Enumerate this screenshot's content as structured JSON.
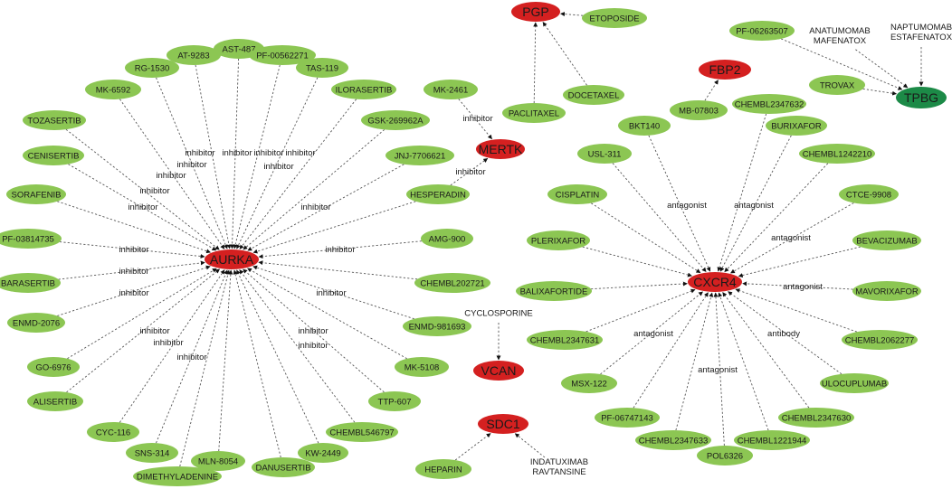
{
  "colors": {
    "drug_node": "#8cc653",
    "target_node": "#d42020",
    "target_node_alt": "#1c8a47",
    "edge": "#555555"
  },
  "nodes": [
    {
      "id": "AURKA",
      "label": "AURKA",
      "kind": "target"
    },
    {
      "id": "MERTK",
      "label": "MERTK",
      "kind": "target"
    },
    {
      "id": "PGP",
      "label": "PGP",
      "kind": "target"
    },
    {
      "id": "FBP2",
      "label": "FBP2",
      "kind": "target"
    },
    {
      "id": "TPBG",
      "label": "TPBG",
      "kind": "target-alt"
    },
    {
      "id": "CXCR4",
      "label": "CXCR4",
      "kind": "target"
    },
    {
      "id": "VCAN",
      "label": "VCAN",
      "kind": "target"
    },
    {
      "id": "SDC1",
      "label": "SDC1",
      "kind": "target"
    },
    {
      "id": "RG1530",
      "label": "RG-1530",
      "kind": "drug"
    },
    {
      "id": "AT9283",
      "label": "AT-9283",
      "kind": "drug"
    },
    {
      "id": "AST487",
      "label": "AST-487",
      "kind": "drug"
    },
    {
      "id": "PF00562271",
      "label": "PF-00562271",
      "kind": "drug"
    },
    {
      "id": "TAS119",
      "label": "TAS-119",
      "kind": "drug"
    },
    {
      "id": "MK6592",
      "label": "MK-6592",
      "kind": "drug"
    },
    {
      "id": "ILORASERTIB",
      "label": "ILORASERTIB",
      "kind": "drug"
    },
    {
      "id": "TOZASERTIB",
      "label": "TOZASERTIB",
      "kind": "drug"
    },
    {
      "id": "GSK269962A",
      "label": "GSK-269962A",
      "kind": "drug"
    },
    {
      "id": "CENISERTIB",
      "label": "CENISERTIB",
      "kind": "drug"
    },
    {
      "id": "JNJ7706621",
      "label": "JNJ-7706621",
      "kind": "drug"
    },
    {
      "id": "SORAFENIB",
      "label": "SORAFENIB",
      "kind": "drug"
    },
    {
      "id": "HESPERADIN",
      "label": "HESPERADIN",
      "kind": "drug"
    },
    {
      "id": "PF03814735",
      "label": "PF-03814735",
      "kind": "drug"
    },
    {
      "id": "AMG900",
      "label": "AMG-900",
      "kind": "drug"
    },
    {
      "id": "BARASERTIB",
      "label": "BARASERTIB",
      "kind": "drug"
    },
    {
      "id": "CHEMBL202721",
      "label": "CHEMBL202721",
      "kind": "drug"
    },
    {
      "id": "ENMD2076",
      "label": "ENMD-2076",
      "kind": "drug"
    },
    {
      "id": "ENMD981693",
      "label": "ENMD-981693",
      "kind": "drug"
    },
    {
      "id": "GO6976",
      "label": "GO-6976",
      "kind": "drug"
    },
    {
      "id": "MK5108",
      "label": "MK-5108",
      "kind": "drug"
    },
    {
      "id": "ALISERTIB",
      "label": "ALISERTIB",
      "kind": "drug"
    },
    {
      "id": "TTP607",
      "label": "TTP-607",
      "kind": "drug"
    },
    {
      "id": "CYC116",
      "label": "CYC-116",
      "kind": "drug"
    },
    {
      "id": "CHEMBL546797",
      "label": "CHEMBL546797",
      "kind": "drug"
    },
    {
      "id": "SNS314",
      "label": "SNS-314",
      "kind": "drug"
    },
    {
      "id": "KW2449",
      "label": "KW-2449",
      "kind": "drug"
    },
    {
      "id": "MLN8054",
      "label": "MLN-8054",
      "kind": "drug"
    },
    {
      "id": "DANUSERTIB",
      "label": "DANUSERTIB",
      "kind": "drug"
    },
    {
      "id": "DIMETHYLADENINE",
      "label": "DIMETHYLADENINE",
      "kind": "drug"
    },
    {
      "id": "MK2461",
      "label": "MK-2461",
      "kind": "drug"
    },
    {
      "id": "ETOPOSIDE",
      "label": "ETOPOSIDE",
      "kind": "drug"
    },
    {
      "id": "PACLITAXEL",
      "label": "PACLITAXEL",
      "kind": "drug"
    },
    {
      "id": "DOCETAXEL",
      "label": "DOCETAXEL",
      "kind": "drug"
    },
    {
      "id": "PF06263507",
      "label": "PF-06263507",
      "kind": "drug"
    },
    {
      "id": "ANATUMOMAB",
      "label": [
        "ANATUMOMAB",
        "MAFENATOX"
      ],
      "kind": "text"
    },
    {
      "id": "NAPTUMOMAB",
      "label": [
        "NAPTUMOMAB",
        "ESTAFENATOX"
      ],
      "kind": "text"
    },
    {
      "id": "TROVAX",
      "label": "TROVAX",
      "kind": "drug"
    },
    {
      "id": "MB07803",
      "label": "MB-07803",
      "kind": "drug"
    },
    {
      "id": "CHEMBL2347632",
      "label": "CHEMBL2347632",
      "kind": "drug"
    },
    {
      "id": "BKT140",
      "label": "BKT140",
      "kind": "drug"
    },
    {
      "id": "BURIXAFOR",
      "label": "BURIXAFOR",
      "kind": "drug"
    },
    {
      "id": "USL311",
      "label": "USL-311",
      "kind": "drug"
    },
    {
      "id": "CHEMBL1242210",
      "label": "CHEMBL1242210",
      "kind": "drug"
    },
    {
      "id": "CISPLATIN",
      "label": "CISPLATIN",
      "kind": "drug"
    },
    {
      "id": "CTCE9908",
      "label": "CTCE-9908",
      "kind": "drug"
    },
    {
      "id": "PLERIXAFOR",
      "label": "PLERIXAFOR",
      "kind": "drug"
    },
    {
      "id": "BEVACIZUMAB",
      "label": "BEVACIZUMAB",
      "kind": "drug"
    },
    {
      "id": "BALIXAFORTIDE",
      "label": "BALIXAFORTIDE",
      "kind": "drug"
    },
    {
      "id": "MAVORIXAFOR",
      "label": "MAVORIXAFOR",
      "kind": "drug"
    },
    {
      "id": "CHEMBL2347631",
      "label": "CHEMBL2347631",
      "kind": "drug"
    },
    {
      "id": "CHEMBL2062277",
      "label": "CHEMBL2062277",
      "kind": "drug"
    },
    {
      "id": "MSX122",
      "label": "MSX-122",
      "kind": "drug"
    },
    {
      "id": "ULOCUPLUMAB",
      "label": "ULOCUPLUMAB",
      "kind": "drug"
    },
    {
      "id": "PF06747143",
      "label": "PF-06747143",
      "kind": "drug"
    },
    {
      "id": "CHEMBL2347630",
      "label": "CHEMBL2347630",
      "kind": "drug"
    },
    {
      "id": "CHEMBL2347633",
      "label": "CHEMBL2347633",
      "kind": "drug"
    },
    {
      "id": "CHEMBL1221944",
      "label": "CHEMBL1221944",
      "kind": "drug"
    },
    {
      "id": "POL6326",
      "label": "POL6326",
      "kind": "drug"
    },
    {
      "id": "CYCLOSPORINE",
      "label": "CYCLOSPORINE",
      "kind": "text"
    },
    {
      "id": "HEPARIN",
      "label": "HEPARIN",
      "kind": "drug"
    },
    {
      "id": "INDATUXIMAB",
      "label": [
        "INDATUXIMAB",
        "RAVTANSINE"
      ],
      "kind": "text"
    }
  ],
  "edges": [
    {
      "from": "RG1530",
      "to": "AURKA",
      "label": ""
    },
    {
      "from": "AT9283",
      "to": "AURKA",
      "label": "inhibitor"
    },
    {
      "from": "AST487",
      "to": "AURKA",
      "label": "inhibitor"
    },
    {
      "from": "PF00562271",
      "to": "AURKA",
      "label": "inhibitor"
    },
    {
      "from": "TAS119",
      "to": "AURKA",
      "label": "inhibitor"
    },
    {
      "from": "MK6592",
      "to": "AURKA",
      "label": "inhibitor"
    },
    {
      "from": "ILORASERTIB",
      "to": "AURKA",
      "label": ""
    },
    {
      "from": "TOZASERTIB",
      "to": "AURKA",
      "label": "inhibitor"
    },
    {
      "from": "GSK269962A",
      "to": "AURKA",
      "label": ""
    },
    {
      "from": "CENISERTIB",
      "to": "AURKA",
      "label": "inhibitor"
    },
    {
      "from": "JNJ7706621",
      "to": "AURKA",
      "label": "inhibitor"
    },
    {
      "from": "SORAFENIB",
      "to": "AURKA",
      "label": "inhibitor"
    },
    {
      "from": "HESPERADIN",
      "to": "AURKA",
      "label": "inhibitor"
    },
    {
      "from": "PF03814735",
      "to": "AURKA",
      "label": "inhibitor"
    },
    {
      "from": "AMG900",
      "to": "AURKA",
      "label": "inhibitor"
    },
    {
      "from": "BARASERTIB",
      "to": "AURKA",
      "label": "inhibitor"
    },
    {
      "from": "CHEMBL202721",
      "to": "AURKA",
      "label": ""
    },
    {
      "from": "ENMD2076",
      "to": "AURKA",
      "label": "inhibitor"
    },
    {
      "from": "ENMD981693",
      "to": "AURKA",
      "label": "inhibitor"
    },
    {
      "from": "GO6976",
      "to": "AURKA",
      "label": "inhibitor"
    },
    {
      "from": "MK5108",
      "to": "AURKA",
      "label": "inhibitor"
    },
    {
      "from": "ALISERTIB",
      "to": "AURKA",
      "label": "inhibitor"
    },
    {
      "from": "TTP607",
      "to": "AURKA",
      "label": "inhibitor"
    },
    {
      "from": "CYC116",
      "to": "AURKA",
      "label": ""
    },
    {
      "from": "CHEMBL546797",
      "to": "AURKA",
      "label": ""
    },
    {
      "from": "SNS314",
      "to": "AURKA",
      "label": ""
    },
    {
      "from": "KW2449",
      "to": "AURKA",
      "label": ""
    },
    {
      "from": "MLN8054",
      "to": "AURKA",
      "label": "inhibitor"
    },
    {
      "from": "DANUSERTIB",
      "to": "AURKA",
      "label": ""
    },
    {
      "from": "DIMETHYLADENINE",
      "to": "AURKA",
      "label": ""
    },
    {
      "from": "MK2461",
      "to": "MERTK",
      "label": "inhibitor"
    },
    {
      "from": "HESPERADIN",
      "to": "MERTK",
      "label": "inhibitor"
    },
    {
      "from": "ETOPOSIDE",
      "to": "PGP",
      "label": ""
    },
    {
      "from": "PACLITAXEL",
      "to": "PGP",
      "label": ""
    },
    {
      "from": "DOCETAXEL",
      "to": "PGP",
      "label": ""
    },
    {
      "from": "PF06263507",
      "to": "TPBG",
      "label": ""
    },
    {
      "from": "ANATUMOMAB",
      "to": "TPBG",
      "label": ""
    },
    {
      "from": "NAPTUMOMAB",
      "to": "TPBG",
      "label": ""
    },
    {
      "from": "TROVAX",
      "to": "TPBG",
      "label": ""
    },
    {
      "from": "MB07803",
      "to": "FBP2",
      "label": ""
    },
    {
      "from": "CHEMBL2347632",
      "to": "CXCR4",
      "label": "antagonist"
    },
    {
      "from": "BKT140",
      "to": "CXCR4",
      "label": "antagonist"
    },
    {
      "from": "BURIXAFOR",
      "to": "CXCR4",
      "label": ""
    },
    {
      "from": "USL311",
      "to": "CXCR4",
      "label": ""
    },
    {
      "from": "CHEMBL1242210",
      "to": "CXCR4",
      "label": "antagonist"
    },
    {
      "from": "CISPLATIN",
      "to": "CXCR4",
      "label": ""
    },
    {
      "from": "CTCE9908",
      "to": "CXCR4",
      "label": ""
    },
    {
      "from": "PLERIXAFOR",
      "to": "CXCR4",
      "label": ""
    },
    {
      "from": "BEVACIZUMAB",
      "to": "CXCR4",
      "label": ""
    },
    {
      "from": "BALIXAFORTIDE",
      "to": "CXCR4",
      "label": ""
    },
    {
      "from": "MAVORIXAFOR",
      "to": "CXCR4",
      "label": "antagonist"
    },
    {
      "from": "CHEMBL2347631",
      "to": "CXCR4",
      "label": ""
    },
    {
      "from": "CHEMBL2062277",
      "to": "CXCR4",
      "label": ""
    },
    {
      "from": "MSX122",
      "to": "CXCR4",
      "label": "antagonist"
    },
    {
      "from": "ULOCUPLUMAB",
      "to": "CXCR4",
      "label": "antibody"
    },
    {
      "from": "PF06747143",
      "to": "CXCR4",
      "label": ""
    },
    {
      "from": "CHEMBL2347630",
      "to": "CXCR4",
      "label": ""
    },
    {
      "from": "CHEMBL2347633",
      "to": "CXCR4",
      "label": ""
    },
    {
      "from": "CHEMBL1221944",
      "to": "CXCR4",
      "label": ""
    },
    {
      "from": "POL6326",
      "to": "CXCR4",
      "label": "antagonist"
    },
    {
      "from": "CYCLOSPORINE",
      "to": "VCAN",
      "label": ""
    },
    {
      "from": "HEPARIN",
      "to": "SDC1",
      "label": ""
    },
    {
      "from": "INDATUXIMAB",
      "to": "SDC1",
      "label": ""
    }
  ]
}
